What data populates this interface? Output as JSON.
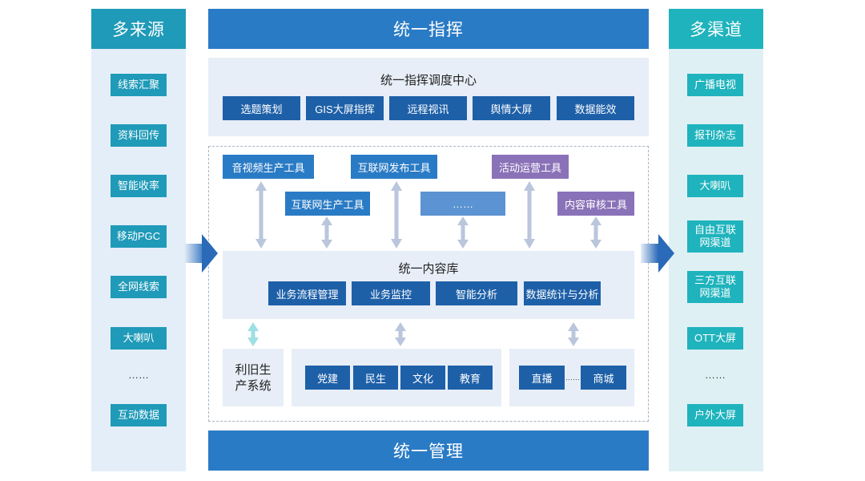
{
  "left_column": {
    "header": "多来源",
    "items": [
      "线索汇聚",
      "资料回传",
      "智能收率",
      "移动PGC",
      "全网线索",
      "大喇叭",
      "……",
      "互动数据"
    ]
  },
  "right_column": {
    "header": "多渠道",
    "items": [
      "广播电视",
      "报刊杂志",
      "大喇叭",
      "自由互联网渠道",
      "三方互联网渠道",
      "OTT大屏",
      "……",
      "户外大屏"
    ]
  },
  "top_bar": "统一指挥",
  "bottom_bar": "统一管理",
  "command_center": {
    "title": "统一指挥调度中心",
    "buttons": [
      "选题策划",
      "GIS大屏指挥",
      "远程视讯",
      "舆情大屏",
      "数据能效"
    ]
  },
  "tools": {
    "av_production": "音视频生产工具",
    "internet_publish": "互联网发布工具",
    "activity_ops": "活动运营工具",
    "internet_production": "互联网生产工具",
    "more": "……",
    "content_review": "内容审核工具"
  },
  "content_library": {
    "title": "统一内容库",
    "buttons": [
      "业务流程管理",
      "业务监控",
      "智能分析",
      "数据统计与分析"
    ]
  },
  "legacy_system": "利旧生产系统",
  "sections": [
    "党建",
    "民生",
    "文化",
    "教育"
  ],
  "commerce": {
    "live": "直播",
    "dots": "……",
    "mall": "商城"
  },
  "colors": {
    "left_accent": "#1f9ab8",
    "right_accent": "#1fb3bd",
    "header_blue": "#2a7bc5",
    "dark_button": "#1e60a8",
    "purple_tool": "#8a72b8",
    "panel_bg": "#e7eef7",
    "arrow_gray": "#bac6dc",
    "arrow_teal": "#9edfe3"
  }
}
